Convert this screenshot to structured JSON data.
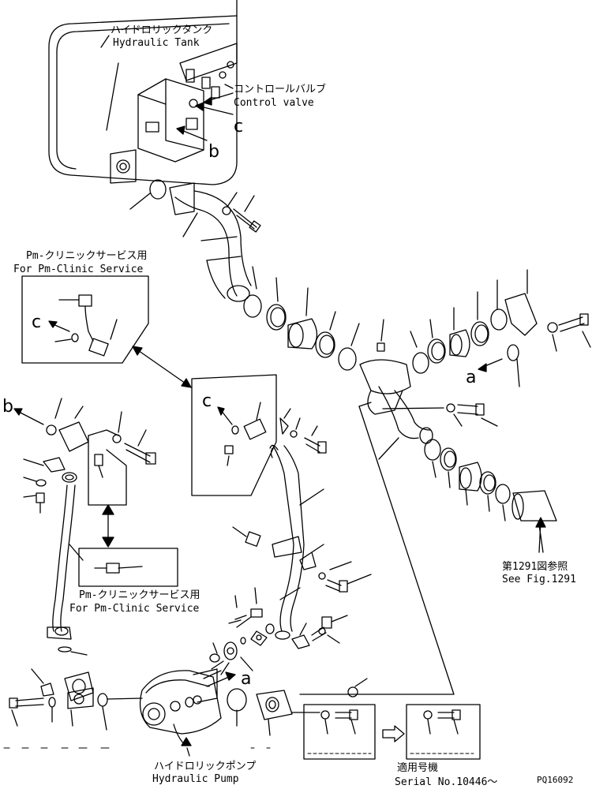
{
  "labels": {
    "hydraulic_tank_jp": "ハイドロリックタンク",
    "hydraulic_tank_en": "Hydraulic Tank",
    "control_valve_jp": "コントロールバルブ",
    "control_valve_en": "Control valve",
    "ref_c_top": "c",
    "ref_b_top": "b",
    "pm_service_jp_1": "Pm-クリニックサービス用",
    "pm_service_en_1": "For Pm-Clinic Service",
    "ref_c_inset1": "c",
    "ref_c_inset2": "c",
    "ref_b_left": "b",
    "ref_a_right": "a",
    "ref_a_pump": "a",
    "see_fig_jp": "第1291図参照",
    "see_fig_en": "See Fig.1291",
    "pm_service_jp_2": "Pm-クリニックサービス用",
    "pm_service_en_2": "For Pm-Clinic Service",
    "hydraulic_pump_jp": "ハイドロリックポンプ",
    "hydraulic_pump_en": "Hydraulic Pump",
    "serial_jp": "適用号機",
    "serial_en": "Serial No.10446〜",
    "drawing_no": "PQ16092"
  }
}
